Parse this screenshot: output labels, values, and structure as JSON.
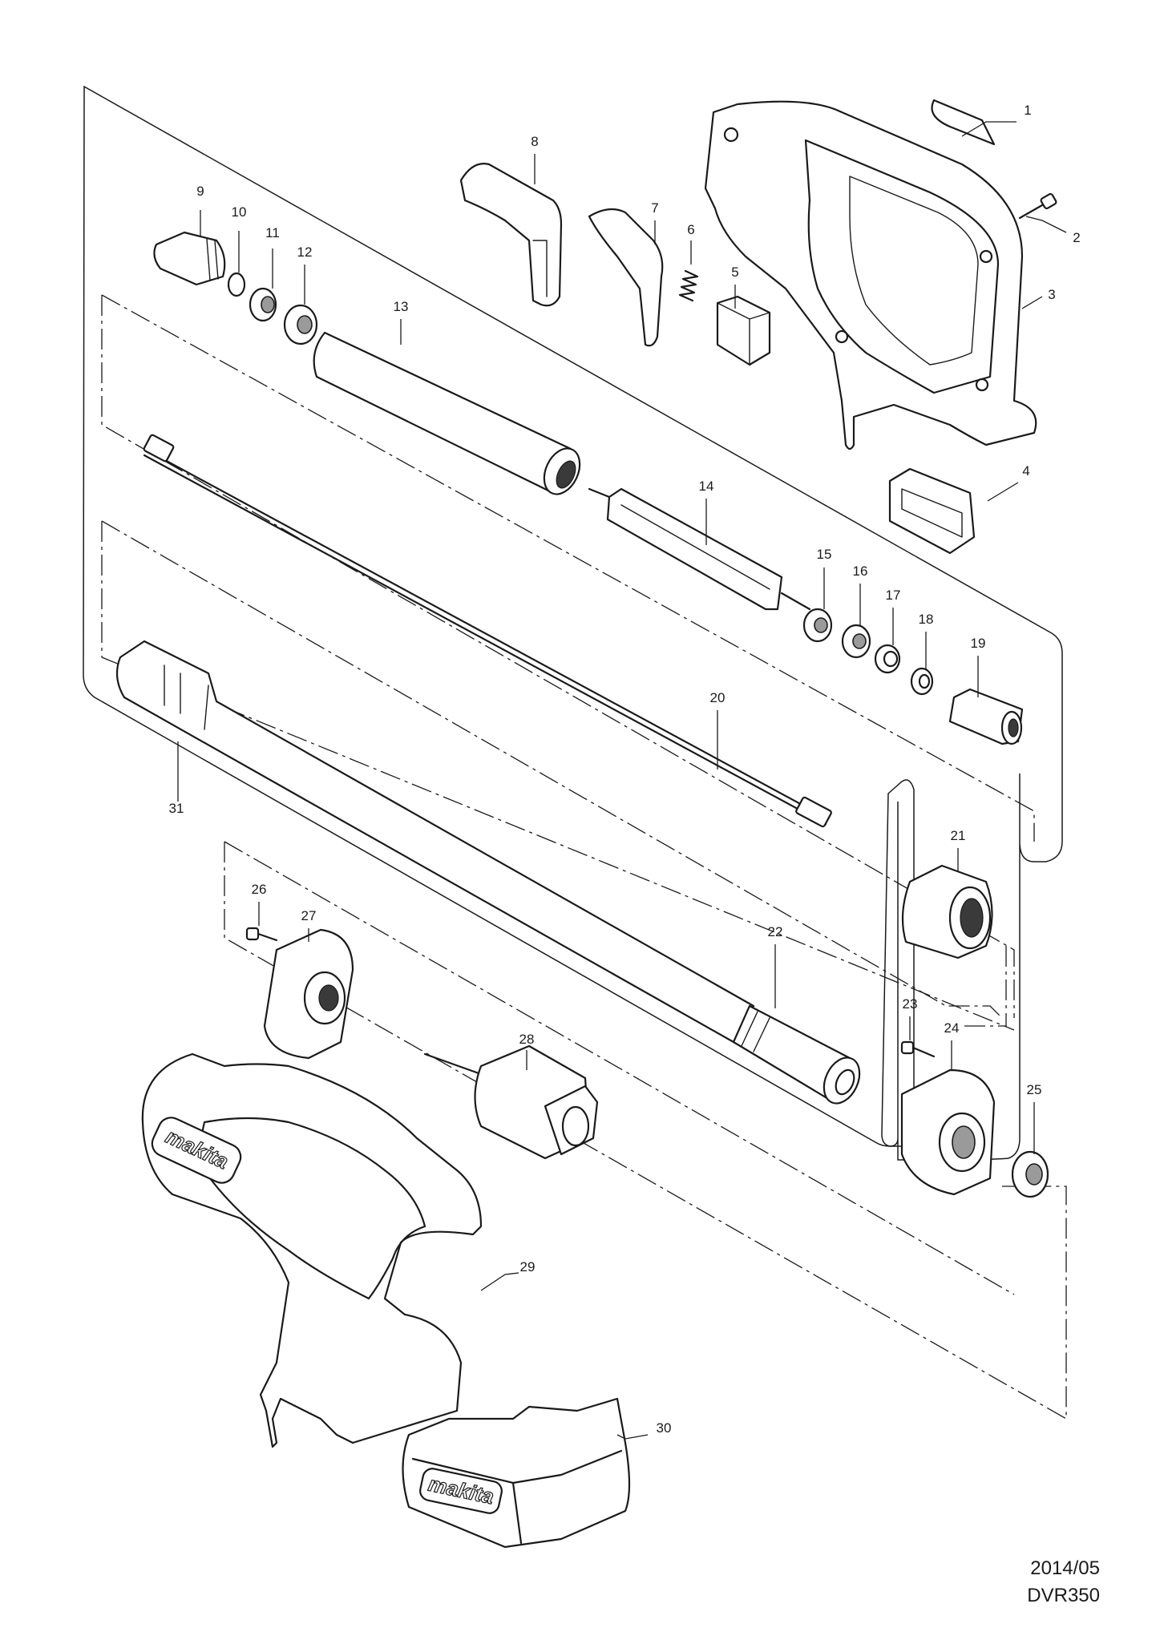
{
  "part_numbers": [
    "1",
    "2",
    "3",
    "4",
    "5",
    "6",
    "7",
    "8",
    "9",
    "10",
    "11",
    "12",
    "13",
    "14",
    "15",
    "16",
    "17",
    "18",
    "19",
    "20",
    "21",
    "22",
    "23",
    "24",
    "25",
    "26",
    "27",
    "28",
    "29",
    "30",
    "31"
  ],
  "footer": {
    "date": "2014/05",
    "model": "DVR350"
  },
  "brand_marks": [
    "makita",
    "makita"
  ]
}
